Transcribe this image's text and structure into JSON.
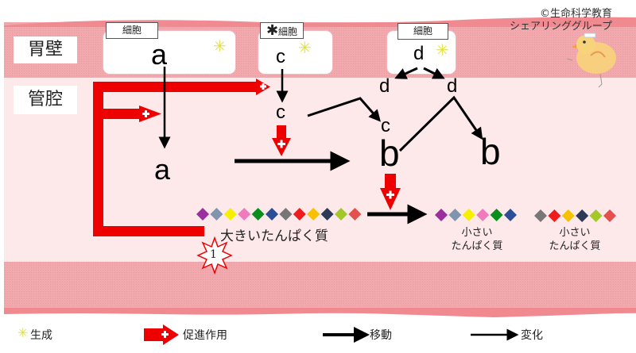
{
  "credit": {
    "line1": "©生命科学教育",
    "line2": "シェアリンググループ"
  },
  "regions": {
    "wall_label": "胃壁",
    "lumen_label": "管腔"
  },
  "cells": [
    {
      "tag": "細胞",
      "letter": "a",
      "marked": false,
      "generation_icon": "✳"
    },
    {
      "tag": "細胞",
      "letter": "c",
      "marked": true,
      "mark": "✱",
      "generation_icon": "✳"
    },
    {
      "tag": "細胞",
      "letter": "d",
      "marked": false,
      "generation_icon": "✳"
    }
  ],
  "molecules": {
    "a_lumen": "a",
    "c_lumen_1": "c",
    "c_lumen_2": "c",
    "b_center": "b",
    "b_right": "b",
    "d_left": "d",
    "d_right": "d"
  },
  "proteins": {
    "large": {
      "label": "大きいたんぱく質",
      "colors": [
        "#9b2f9e",
        "#7f95ad",
        "#f5f000",
        "#ef7bbd",
        "#0b8f1c",
        "#2c4e96",
        "#777777",
        "#ee1c1c",
        "#f7c000",
        "#2e3a55",
        "#a4c72a",
        "#e4504e"
      ]
    },
    "small_1": {
      "label_line1": "小さい",
      "label_line2": "たんぱく質",
      "colors": [
        "#9b2f9e",
        "#7f95ad",
        "#f5f000",
        "#ef7bbd",
        "#0b8f1c",
        "#2c4e96"
      ]
    },
    "small_2": {
      "label_line1": "小さい",
      "label_line2": "たんぱく質",
      "colors": [
        "#777777",
        "#ee1c1c",
        "#f7c000",
        "#2e3a55",
        "#a4c72a",
        "#e4504e"
      ]
    }
  },
  "badge": {
    "number": "1"
  },
  "legend": [
    {
      "icon": "generation-icon",
      "label": "生成"
    },
    {
      "icon": "promotion-arrow-icon",
      "label": "促進作用"
    },
    {
      "icon": "movement-arrow-icon",
      "label": "移動"
    },
    {
      "icon": "change-arrow-icon",
      "label": "変化"
    }
  ],
  "colors": {
    "promotion": "#ee0000",
    "wall": "#f2a9ad",
    "lumen": "#fde8ea",
    "generation": "#e0e040"
  }
}
